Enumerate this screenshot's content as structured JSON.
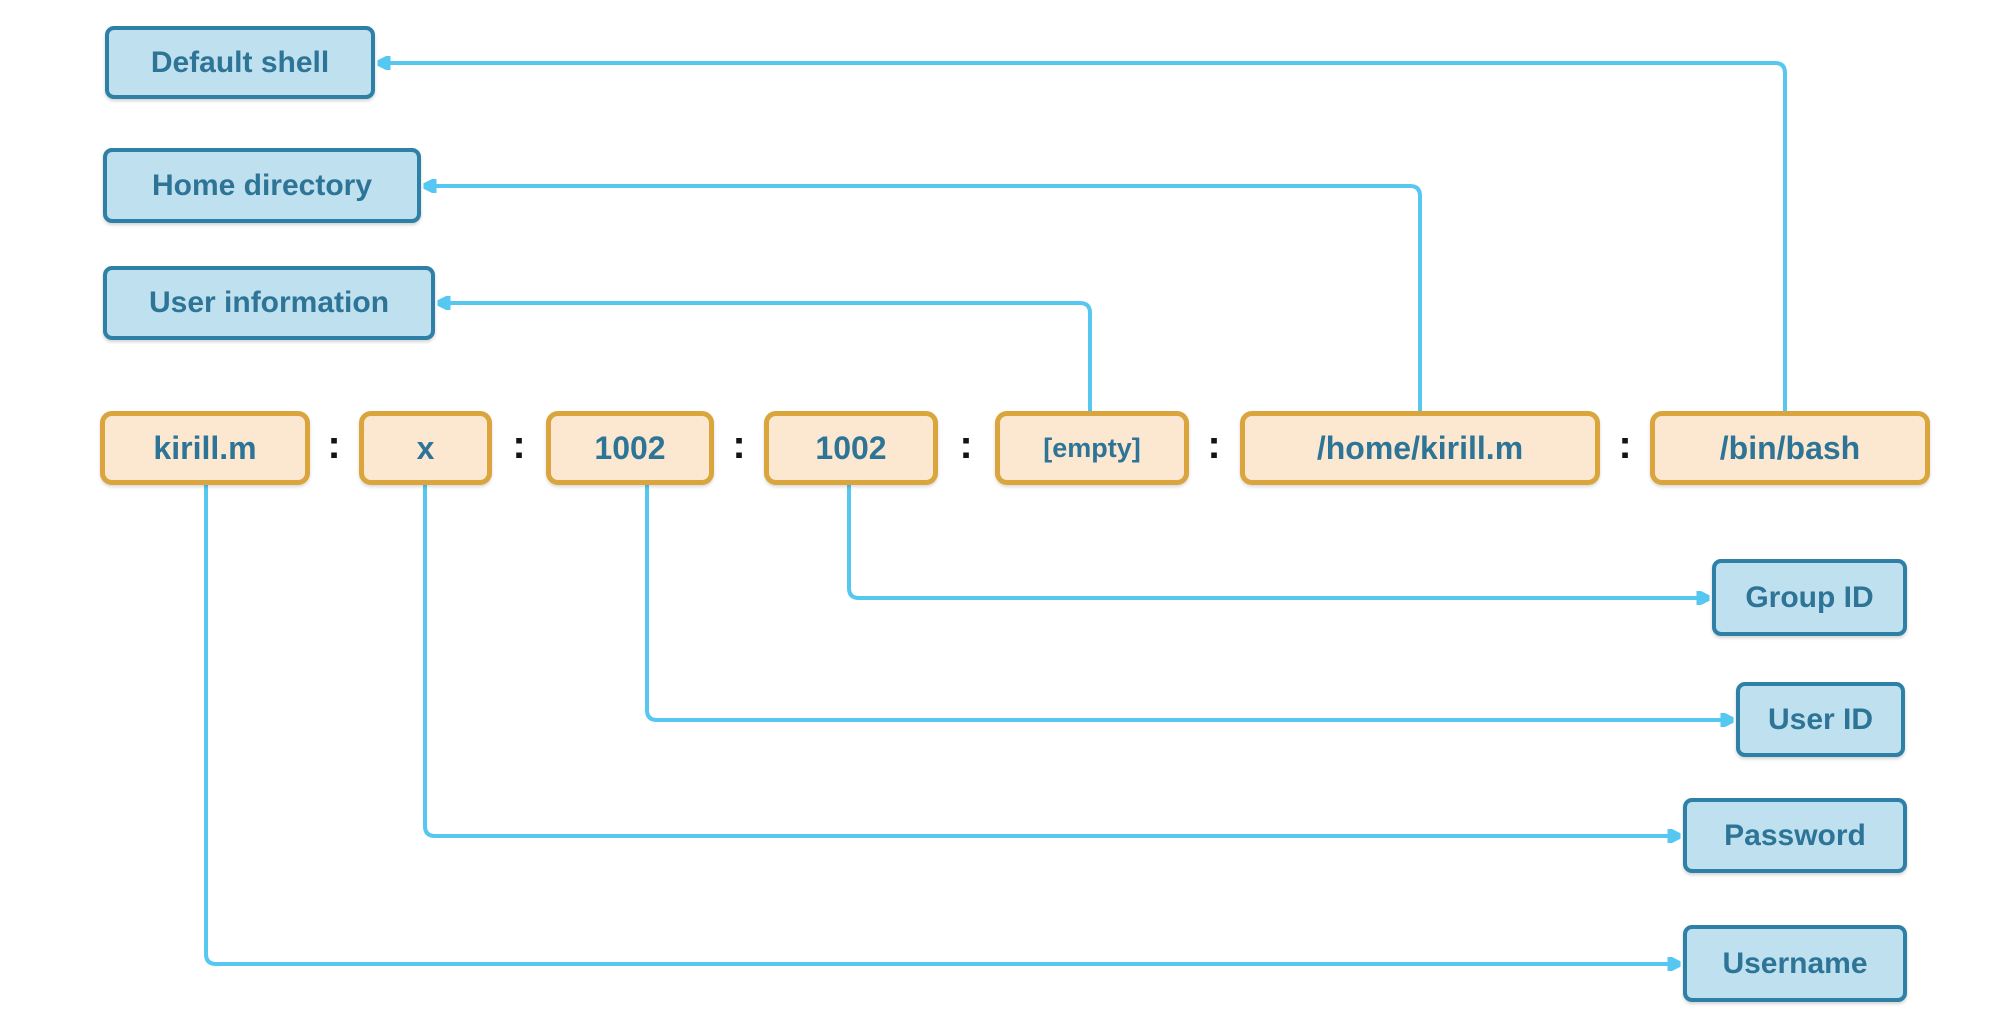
{
  "colors": {
    "background": "#ffffff",
    "label_fill": "#BEE0EF",
    "label_border": "#2F80A7",
    "label_text": "#2D7496",
    "field_fill": "#FCE8D1",
    "field_border": "#D9A53C",
    "field_text": "#2D7496",
    "separator_text": "#141414",
    "arrow": "#56C7F0"
  },
  "labels": {
    "default_shell": "Default shell",
    "home_directory": "Home directory",
    "user_information": "User information",
    "group_id": "Group ID",
    "user_id": "User ID",
    "password": "Password",
    "username": "Username"
  },
  "record": {
    "separator": ":",
    "fields": [
      {
        "name": "username",
        "value": "kirill.m"
      },
      {
        "name": "password",
        "value": "x"
      },
      {
        "name": "user_id",
        "value": "1002"
      },
      {
        "name": "group_id",
        "value": "1002"
      },
      {
        "name": "user_information",
        "value": "[empty]"
      },
      {
        "name": "home_directory",
        "value": "/home/kirill.m"
      },
      {
        "name": "default_shell",
        "value": "/bin/bash"
      }
    ]
  }
}
